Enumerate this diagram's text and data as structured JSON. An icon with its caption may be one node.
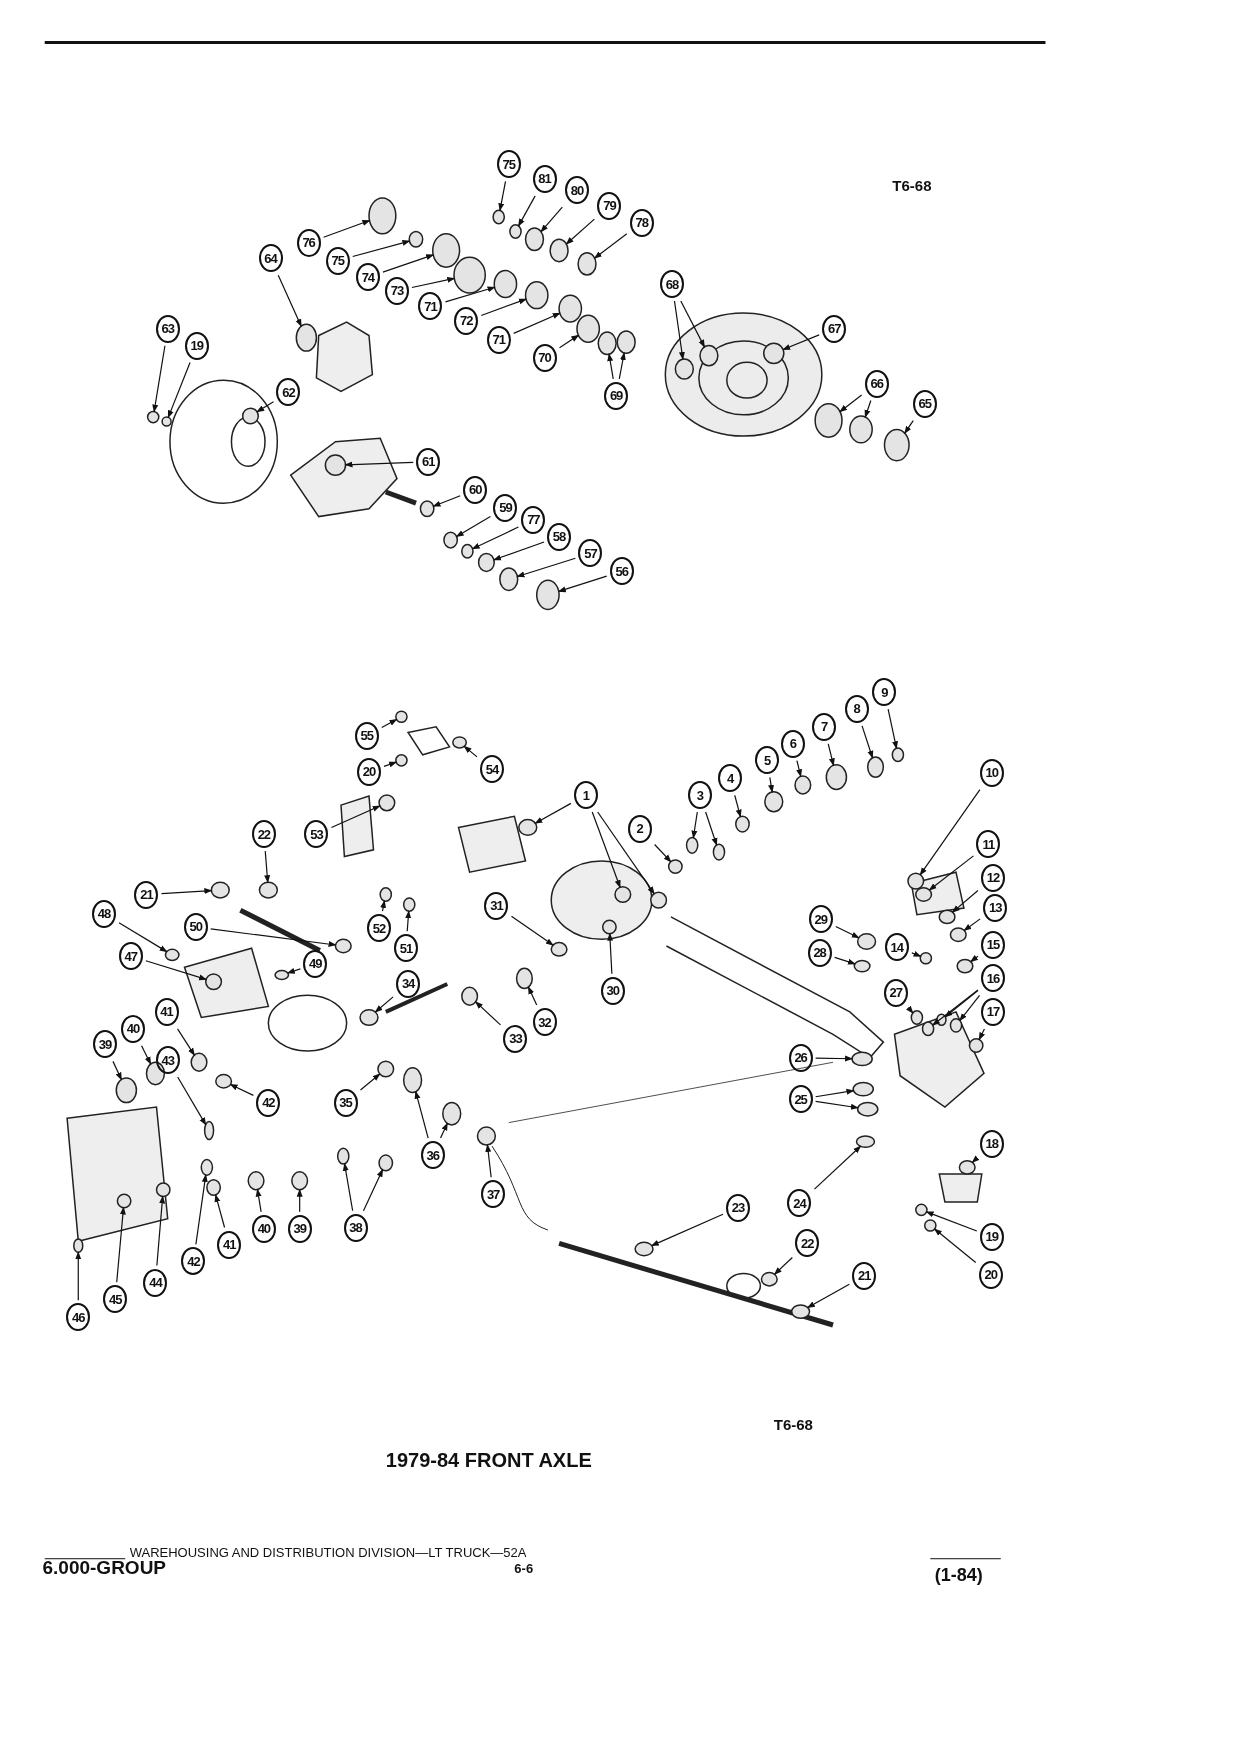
{
  "diagram": {
    "title": "1979-84 FRONT AXLE",
    "nodes": [
      {
        "text": [
          "75"
        ]
      },
      {
        "text": [
          "81"
        ]
      },
      {
        "text": [
          "80"
        ]
      },
      {
        "text": [
          "79"
        ]
      },
      {
        "text": [
          "78"
        ]
      },
      {
        "text": [
          "76"
        ]
      },
      {
        "text": [
          "75"
        ]
      },
      {
        "text": [
          "64"
        ]
      },
      {
        "text": [
          "74"
        ]
      },
      {
        "text": [
          "68"
        ]
      },
      {
        "text": [
          "73"
        ]
      },
      {
        "text": [
          "71"
        ]
      },
      {
        "text": [
          "72"
        ]
      },
      {
        "text": [
          "67"
        ]
      },
      {
        "text": [
          "63"
        ]
      },
      {
        "text": [
          "71"
        ]
      },
      {
        "text": [
          "19"
        ]
      },
      {
        "text": [
          "70"
        ]
      },
      {
        "text": [
          "66"
        ]
      },
      {
        "text": [
          "62"
        ]
      },
      {
        "text": [
          "69"
        ]
      },
      {
        "text": [
          "65"
        ]
      },
      {
        "text": [
          "61"
        ]
      },
      {
        "text": [
          "60"
        ]
      },
      {
        "text": [
          "59"
        ]
      },
      {
        "text": [
          "77"
        ]
      },
      {
        "text": [
          "58"
        ]
      },
      {
        "text": [
          "57"
        ]
      },
      {
        "text": [
          "56"
        ]
      },
      {
        "text": [
          "9"
        ]
      },
      {
        "text": [
          "8"
        ]
      },
      {
        "text": [
          "55"
        ]
      },
      {
        "text": [
          "7"
        ]
      },
      {
        "text": [
          "6"
        ]
      },
      {
        "text": [
          "5"
        ]
      },
      {
        "text": [
          "10"
        ]
      },
      {
        "text": [
          "20"
        ]
      },
      {
        "text": [
          "54"
        ]
      },
      {
        "text": [
          "4"
        ]
      },
      {
        "text": [
          "3"
        ]
      },
      {
        "text": [
          "1"
        ]
      },
      {
        "text": [
          "2"
        ]
      },
      {
        "text": [
          "22"
        ]
      },
      {
        "text": [
          "53"
        ]
      },
      {
        "text": [
          "11"
        ]
      },
      {
        "text": [
          "12"
        ]
      },
      {
        "text": [
          "21"
        ]
      },
      {
        "text": [
          "31"
        ]
      },
      {
        "text": [
          "13"
        ]
      },
      {
        "text": [
          "48"
        ]
      },
      {
        "text": [
          "29"
        ]
      },
      {
        "text": [
          "50"
        ]
      },
      {
        "text": [
          "52"
        ]
      },
      {
        "text": [
          "15"
        ]
      },
      {
        "text": [
          "14"
        ]
      },
      {
        "text": [
          "51"
        ]
      },
      {
        "text": [
          "28"
        ]
      },
      {
        "text": [
          "47"
        ]
      },
      {
        "text": [
          "49"
        ]
      },
      {
        "text": [
          "16"
        ]
      },
      {
        "text": [
          "34"
        ]
      },
      {
        "text": [
          "30"
        ]
      },
      {
        "text": [
          "27"
        ]
      },
      {
        "text": [
          "41"
        ]
      },
      {
        "text": [
          "17"
        ]
      },
      {
        "text": [
          "32"
        ]
      },
      {
        "text": [
          "40"
        ]
      },
      {
        "text": [
          "33"
        ]
      },
      {
        "text": [
          "39"
        ]
      },
      {
        "text": [
          "26"
        ]
      },
      {
        "text": [
          "43"
        ]
      },
      {
        "text": [
          "25"
        ]
      },
      {
        "text": [
          "42"
        ]
      },
      {
        "text": [
          "35"
        ]
      },
      {
        "text": [
          "18"
        ]
      },
      {
        "text": [
          "36"
        ]
      },
      {
        "text": [
          "37"
        ]
      },
      {
        "text": [
          "24"
        ]
      },
      {
        "text": [
          "23"
        ]
      },
      {
        "text": [
          "38"
        ]
      },
      {
        "text": [
          "39"
        ]
      },
      {
        "text": [
          "40"
        ]
      },
      {
        "text": [
          "19"
        ]
      },
      {
        "text": [
          "22"
        ]
      },
      {
        "text": [
          "41"
        ]
      },
      {
        "text": [
          "42"
        ]
      },
      {
        "text": [
          "20"
        ]
      },
      {
        "text": [
          "21"
        ]
      },
      {
        "text": [
          "44"
        ]
      },
      {
        "text": [
          "45"
        ]
      },
      {
        "text": [
          "46"
        ]
      },
      {
        "text": [],
        "shape": "circle"
      },
      {
        "text": [],
        "shape": "circle"
      },
      {
        "text": [],
        "shape": "circle"
      },
      {
        "text": [],
        "shape": "circle"
      },
      {
        "text": [],
        "shape": "circle"
      },
      {
        "text": [],
        "shape": "circle"
      },
      {
        "text": [],
        "shape": "circle"
      },
      {
        "text": [],
        "shape": "circle"
      },
      {
        "text": [],
        "shape": "circle"
      },
      {
        "text": [],
        "shape": "circle"
      },
      {
        "text": [],
        "shape": "circle"
      },
      {
        "text": [],
        "shape": "circle"
      },
      {
        "text": [],
        "shape": "circle"
      },
      {
        "text": [],
        "shape": "circle"
      },
      {
        "text": [],
        "shape": "circle"
      },
      {
        "text": [],
        "shape": "circle"
      },
      {
        "text": [],
        "shape": "circle"
      },
      {
        "text": [],
        "shape": "circle"
      },
      {
        "text": [],
        "shape": "circle"
      },
      {
        "text": [],
        "shape": "circle"
      },
      {
        "text": [],
        "shape": "circle"
      },
      {
        "text": [],
        "shape": "circle"
      },
      {
        "text": [],
        "shape": "circle"
      },
      {
        "text": [],
        "shape": "circle"
      },
      {
        "text": [],
        "shape": "circle"
      },
      {
        "text": [],
        "shape": "circle"
      },
      {
        "text": [],
        "shape": "circle"
      },
      {
        "text": [],
        "shape": "circle"
      },
      {
        "text": [],
        "shape": "circle"
      },
      {
        "text": [],
        "shape": "circle"
      },
      {
        "text": [],
        "shape": "circle"
      },
      {
        "text": [],
        "shape": "circle"
      },
      {
        "text": [],
        "shape": "circle"
      },
      {
        "text": [],
        "shape": "circle"
      },
      {
        "text": [],
        "shape": "circle"
      },
      {
        "text": [],
        "shape": "circle"
      },
      {
        "text": [],
        "shape": "circle"
      },
      {
        "text": [],
        "shape": "circle"
      },
      {
        "text": [],
        "shape": "circle"
      },
      {
        "text": [],
        "shape": "circle"
      },
      {
        "text": [],
        "shape": "circle"
      },
      {
        "text": [],
        "shape": "circle"
      },
      {
        "text": [],
        "shape": "circle"
      },
      {
        "text": [],
        "shape": "circle"
      },
      {
        "text": [],
        "shape": "circle"
      },
      {
        "text": [],
        "shape": "circle"
      },
      {
        "text": [],
        "shape": "circle"
      },
      {
        "text": [],
        "shape": "circle"
      },
      {
        "text": [],
        "shape": "circle"
      },
      {
        "text": [],
        "shape": "circle"
      },
      {
        "text": [],
        "shape": "circle"
      },
      {
        "text": [],
        "shape": "circle"
      },
      {
        "text": [],
        "shape": "circle"
      },
      {
        "text": [],
        "shape": "circle"
      },
      {
        "text": [],
        "shape": "circle"
      },
      {
        "text": [],
        "shape": "circle"
      },
      {
        "text": [],
        "shape": "circle"
      },
      {
        "text": [],
        "shape": "circle"
      },
      {
        "text": [],
        "shape": "circle"
      },
      {
        "text": [],
        "shape": "circle"
      },
      {
        "text": [],
        "shape": "circle"
      },
      {
        "text": [],
        "shape": "circle"
      },
      {
        "text": [],
        "shape": "circle"
      },
      {
        "text": [],
        "shape": "circle"
      },
      {
        "text": [],
        "shape": "circle"
      },
      {
        "text": [],
        "shape": "circle"
      },
      {
        "text": [],
        "shape": "circle"
      },
      {
        "text": [],
        "shape": "circle"
      },
      {
        "text": [],
        "shape": "circle"
      },
      {
        "text": [],
        "shape": "circle"
      },
      {
        "text": [],
        "shape": "circle"
      },
      {
        "text": [],
        "shape": "circle"
      },
      {
        "text": [],
        "shape": "circle"
      },
      {
        "text": [],
        "shape": "circle"
      },
      {
        "text": [],
        "shape": "circle"
      },
      {
        "text": [],
        "shape": "circle"
      },
      {
        "text": [],
        "shape": "circle"
      },
      {
        "text": [],
        "shape": "circle"
      },
      {
        "text": [],
        "shape": "circle"
      },
      {
        "text": [],
        "shape": "circle"
      },
      {
        "text": [],
        "shape": "circle"
      },
      {
        "text": [],
        "shape": "circle"
      },
      {
        "text": [],
        "shape": "circle"
      },
      {
        "text": [],
        "shape": "circle"
      },
      {
        "text": [],
        "shape": "circle"
      },
      {
        "text": [],
        "shape": "circle"
      },
      {
        "text": [],
        "shape": "circle"
      },
      {
        "text": [],
        "shape": "circle"
      },
      {
        "text": [],
        "shape": "circle"
      },
      {
        "text": [],
        "shape": "circle"
      },
      {
        "text": [],
        "shape": "circle"
      },
      {
        "text": [],
        "shape": "circle"
      },
      {
        "text": [],
        "shape": "circle"
      },
      {
        "text": [],
        "shape": "circle"
      },
      {
        "text": [],
        "shape": "circle"
      },
      {
        "text": [],
        "shape": "circle"
      },
      {
        "text": [],
        "shape": "circle"
      },
      {
        "text": [],
        "shape": "circle"
      },
      {
        "text": [],
        "shape": "circle"
      },
      {
        "text": [],
        "shape": "circle"
      },
      {
        "text": [],
        "shape": "circle"
      },
      {
        "text": [],
        "shape": "circle"
      }
    ],
    "edges": [
      {
        "from": 0,
        "to": 91,
        "arrow": "to"
      },
      {
        "from": 1,
        "to": 92,
        "arrow": "to"
      },
      {
        "from": 2,
        "to": 93,
        "arrow": "to"
      },
      {
        "from": 3,
        "to": 94,
        "arrow": "to"
      },
      {
        "from": 4,
        "to": 95,
        "arrow": "to"
      },
      {
        "from": 5,
        "to": 96,
        "arrow": "to"
      },
      {
        "from": 6,
        "to": 97,
        "arrow": "to"
      },
      {
        "from": 7,
        "to": 98,
        "arrow": "to"
      },
      {
        "from": 8,
        "to": 99,
        "arrow": "to"
      },
      {
        "from": 9,
        "to": 100,
        "arrow": "to"
      },
      {
        "from": 9,
        "to": 101,
        "arrow": "to"
      },
      {
        "from": 10,
        "to": 102,
        "arrow": "to"
      },
      {
        "from": 11,
        "to": 103,
        "arrow": "to"
      },
      {
        "from": 12,
        "to": 104,
        "arrow": "to"
      },
      {
        "from": 13,
        "to": 105,
        "arrow": "to"
      },
      {
        "from": 14,
        "to": 106,
        "arrow": "to"
      },
      {
        "from": 15,
        "to": 107,
        "arrow": "to"
      },
      {
        "from": 16,
        "to": 108,
        "arrow": "to"
      },
      {
        "from": 17,
        "to": 109,
        "arrow": "to"
      },
      {
        "from": 18,
        "to": 110,
        "arrow": "to"
      },
      {
        "from": 18,
        "to": 111,
        "arrow": "to"
      },
      {
        "from": 19,
        "to": 112,
        "arrow": "to"
      },
      {
        "from": 20,
        "to": 113,
        "arrow": "to"
      },
      {
        "from": 20,
        "to": 114,
        "arrow": "to"
      },
      {
        "from": 21,
        "to": 115,
        "arrow": "to"
      },
      {
        "from": 22,
        "to": 116,
        "arrow": "to"
      },
      {
        "from": 23,
        "to": 117,
        "arrow": "to"
      },
      {
        "from": 24,
        "to": 118,
        "arrow": "to"
      },
      {
        "from": 25,
        "to": 119,
        "arrow": "to"
      },
      {
        "from": 26,
        "to": 120,
        "arrow": "to"
      },
      {
        "from": 27,
        "to": 121,
        "arrow": "to"
      },
      {
        "from": 28,
        "to": 122,
        "arrow": "to"
      },
      {
        "from": 29,
        "to": 123,
        "arrow": "to"
      },
      {
        "from": 30,
        "to": 124,
        "arrow": "to"
      },
      {
        "from": 31,
        "to": 125,
        "arrow": "to"
      },
      {
        "from": 32,
        "to": 126,
        "arrow": "to"
      },
      {
        "from": 33,
        "to": 127,
        "arrow": "to"
      },
      {
        "from": 34,
        "to": 128,
        "arrow": "to"
      },
      {
        "from": 35,
        "to": 129,
        "arrow": "to"
      },
      {
        "from": 36,
        "to": 130,
        "arrow": "to"
      },
      {
        "from": 37,
        "to": 131,
        "arrow": "to"
      },
      {
        "from": 38,
        "to": 132,
        "arrow": "to"
      },
      {
        "from": 39,
        "to": 133,
        "arrow": "to"
      },
      {
        "from": 39,
        "to": 134,
        "arrow": "to"
      },
      {
        "from": 40,
        "to": 135,
        "arrow": "to"
      },
      {
        "from": 40,
        "to": 136,
        "arrow": "to"
      },
      {
        "from": 40,
        "to": 137,
        "arrow": "to"
      },
      {
        "from": 41,
        "to": 138,
        "arrow": "to"
      },
      {
        "from": 42,
        "to": 139,
        "arrow": "to"
      },
      {
        "from": 43,
        "to": 140,
        "arrow": "to"
      },
      {
        "from": 44,
        "to": 141,
        "arrow": "to"
      },
      {
        "from": 45,
        "to": 142,
        "arrow": "to"
      },
      {
        "from": 46,
        "to": 143,
        "arrow": "to"
      },
      {
        "from": 47,
        "to": 144,
        "arrow": "to"
      },
      {
        "from": 48,
        "to": 145,
        "arrow": "to"
      },
      {
        "from": 49,
        "to": 146,
        "arrow": "to"
      },
      {
        "from": 50,
        "to": 147,
        "arrow": "to"
      },
      {
        "from": 51,
        "to": 148,
        "arrow": "to"
      },
      {
        "from": 52,
        "to": 149,
        "arrow": "to"
      },
      {
        "from": 53,
        "to": 150,
        "arrow": "to"
      },
      {
        "from": 54,
        "to": 151,
        "arrow": "to"
      },
      {
        "from": 55,
        "to": 152,
        "arrow": "to"
      },
      {
        "from": 56,
        "to": 153,
        "arrow": "to"
      },
      {
        "from": 57,
        "to": 154,
        "arrow": "to"
      },
      {
        "from": 58,
        "to": 155,
        "arrow": "to"
      },
      {
        "from": 59,
        "to": 156,
        "arrow": "to"
      },
      {
        "from": 59,
        "to": 157,
        "arrow": "to"
      },
      {
        "from": 59,
        "to": 158,
        "arrow": "to"
      },
      {
        "from": 60,
        "to": 159,
        "arrow": "to"
      },
      {
        "from": 61,
        "to": 160,
        "arrow": "to"
      },
      {
        "from": 62,
        "to": 161,
        "arrow": "to"
      },
      {
        "from": 63,
        "to": 162,
        "arrow": "to"
      },
      {
        "from": 64,
        "to": 163,
        "arrow": "to"
      },
      {
        "from": 65,
        "to": 164,
        "arrow": "to"
      },
      {
        "from": 66,
        "to": 165,
        "arrow": "to"
      },
      {
        "from": 67,
        "to": 166,
        "arrow": "to"
      },
      {
        "from": 68,
        "to": 167,
        "arrow": "to"
      },
      {
        "from": 69,
        "to": 168,
        "arrow": "to"
      },
      {
        "from": 70,
        "to": 169,
        "arrow": "to"
      },
      {
        "from": 71,
        "to": 170,
        "arrow": "to"
      },
      {
        "from": 71,
        "to": 171,
        "arrow": "to"
      },
      {
        "from": 72,
        "to": 172,
        "arrow": "to"
      },
      {
        "from": 73,
        "to": 173,
        "arrow": "to"
      },
      {
        "from": 74,
        "to": 174,
        "arrow": "to"
      },
      {
        "from": 75,
        "to": 175,
        "arrow": "to"
      },
      {
        "from": 75,
        "to": 176,
        "arrow": "to"
      },
      {
        "from": 76,
        "to": 177,
        "arrow": "to"
      },
      {
        "from": 77,
        "to": 178,
        "arrow": "to"
      },
      {
        "from": 78,
        "to": 179,
        "arrow": "to"
      },
      {
        "from": 79,
        "to": 180,
        "arrow": "to"
      },
      {
        "from": 79,
        "to": 181,
        "arrow": "to"
      },
      {
        "from": 80,
        "to": 182,
        "arrow": "to"
      },
      {
        "from": 81,
        "to": 183,
        "arrow": "to"
      },
      {
        "from": 82,
        "to": 184,
        "arrow": "to"
      },
      {
        "from": 83,
        "to": 185,
        "arrow": "to"
      },
      {
        "from": 84,
        "to": 186,
        "arrow": "to"
      },
      {
        "from": 85,
        "to": 187,
        "arrow": "to"
      },
      {
        "from": 86,
        "to": 188,
        "arrow": "to"
      },
      {
        "from": 87,
        "to": 189,
        "arrow": "to"
      },
      {
        "from": 88,
        "to": 190,
        "arrow": "to"
      },
      {
        "from": 89,
        "to": 191,
        "arrow": "to"
      },
      {
        "from": 90,
        "to": 192,
        "arrow": "to"
      }
    ],
    "labels": [
      "T6-68",
      "T6-68",
      "WAREHOUSING AND DISTRIBUTION DIVISION—LT TRUCK—52A",
      "6.000-GROUP",
      "6-6",
      "(1-84)"
    ]
  }
}
